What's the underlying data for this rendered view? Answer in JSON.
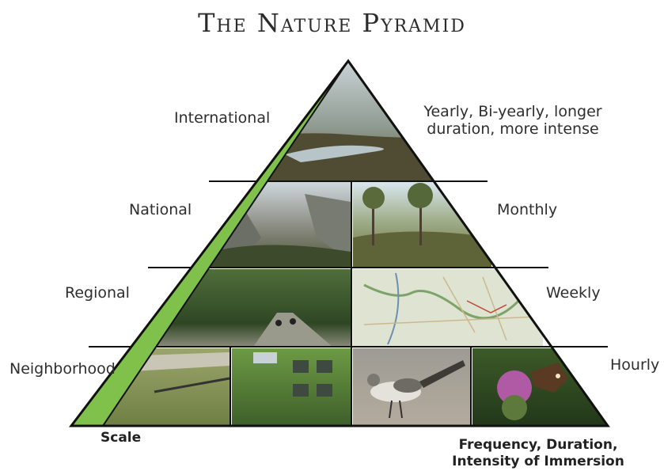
{
  "title": "The Nature Pyramid",
  "scale_labels": {
    "international": "International",
    "national": "National",
    "regional": "Regional",
    "neighborhood": "Neighborhood"
  },
  "frequency_labels": {
    "yearly_line1": "Yearly, Bi-yearly, longer",
    "yearly_line2": "duration, more intense",
    "monthly": "Monthly",
    "weekly": "Weekly",
    "hourly": "Hourly"
  },
  "axis_labels": {
    "scale": "Scale",
    "frequency_line1": "Frequency, Duration,",
    "frequency_line2": "Intensity of Immersion"
  },
  "colors": {
    "wedge_green": "#7fc14a",
    "outline": "#111111"
  }
}
